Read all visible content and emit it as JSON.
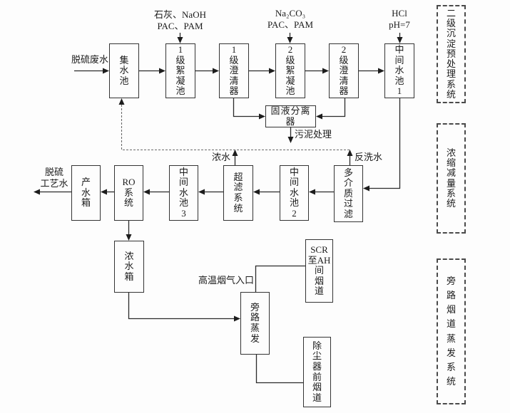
{
  "diagram": {
    "boxes": {
      "collect_pool": "集\n水\n池",
      "stage1_flocculation": "1\n级\n絮\n凝\n池",
      "stage1_clarifier": "1\n级\n澄\n清\n器",
      "stage2_flocculation": "2\n级\n絮\n凝\n池",
      "stage2_clarifier": "2\n级\n澄\n清\n器",
      "intermediate_pool_1": "中\n间\n水\n池\n1",
      "solid_liquid_separator": "固液分离器",
      "product_water_tank": "产\n水\n箱",
      "ro_system": "RO\n系\n统",
      "intermediate_pool_3": "中\n间\n水\n池\n3",
      "uf_system": "超\n滤\n系\n统",
      "intermediate_pool_2": "中\n间\n水\n池\n2",
      "multimedia_filter": "多\n介\n质\n过\n滤",
      "concentrate_tank": "浓\n水\n箱",
      "bypass_evaporation": "旁\n路\n蒸\n发",
      "scr_ah_duct": "SCR\n至AH\n间\n烟\n道",
      "pre_precipitator_duct": "除\n尘\n器\n前\n烟\n道"
    },
    "labels": {
      "feed_water": "脱硫废水",
      "dosing_lime_naoh": "石灰、NaOH\nPAC、PAM",
      "dosing_na2co3": "Na₂CO₃\nPAC、PAM",
      "dosing_hcl": "HCl\npH=7",
      "sludge_treatment": "污泥处理",
      "concentrate_water": "浓水",
      "backwash_water": "反洗水",
      "product_water_out": "脱硫\n工艺水",
      "flue_gas_inlet": "高温烟气入口"
    },
    "panels": {
      "pretreatment_system": "二\n级\n沉\n淀\n预\n处\n理\n系\n统",
      "concentration_system": "浓\n缩\n减\n量\n系\n统",
      "bypass_evaporation_system": "旁\n路\n烟\n道\n蒸\n发\n系\n统"
    },
    "colors": {
      "line": "#2b2b2b",
      "dashed_line": "#6a6a6a",
      "text": "#1b1b1b",
      "background": "#fdfdfd"
    }
  }
}
